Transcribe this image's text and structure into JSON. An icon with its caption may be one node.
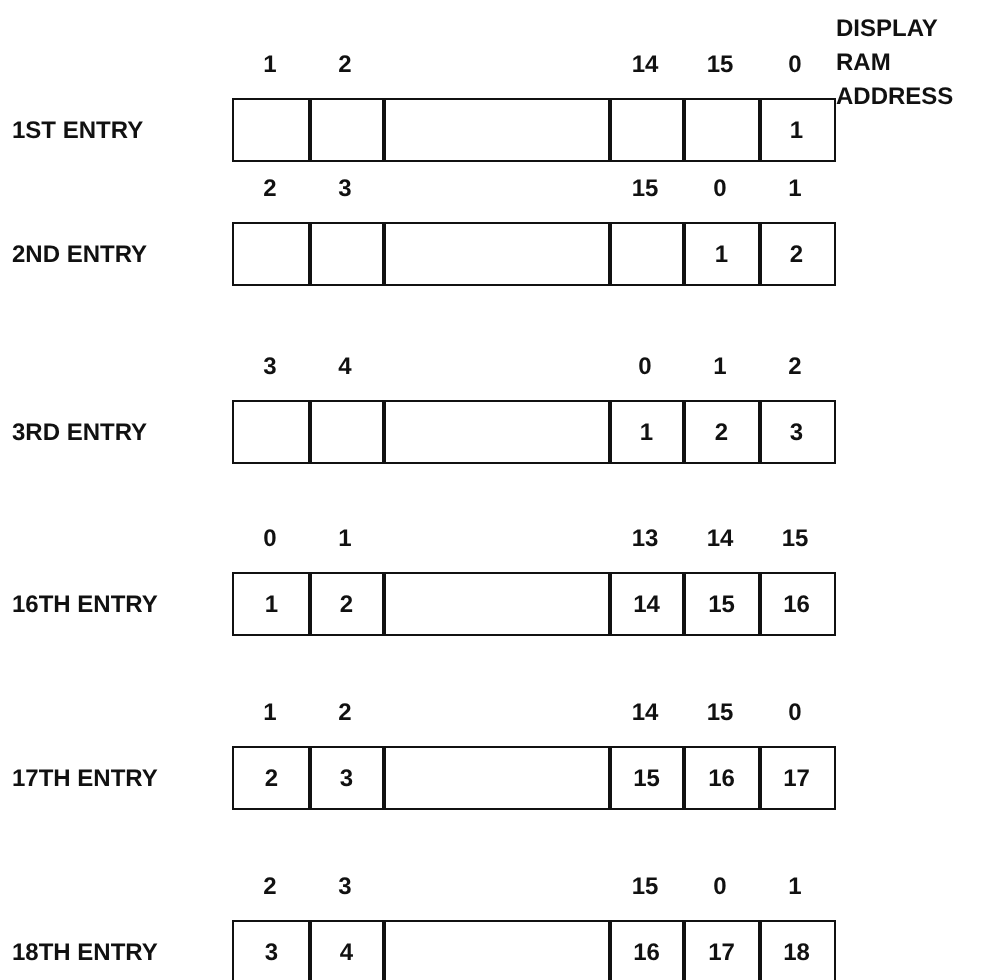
{
  "diagram": {
    "labels": [
      "DISPLAY RAM ADDRESS",
      "1",
      "2",
      "14",
      "15",
      "0",
      "1ST ENTRY",
      "1",
      "2",
      "3",
      "15",
      "0",
      "1",
      "2ND ENTRY",
      "1",
      "2",
      "3",
      "4",
      "0",
      "1",
      "2",
      "3RD ENTRY",
      "1",
      "2",
      "3",
      "0",
      "1",
      "13",
      "14",
      "15",
      "16TH ENTRY",
      "1",
      "2",
      "14",
      "15",
      "16",
      "1",
      "2",
      "14",
      "15",
      "0",
      "17TH ENTRY",
      "2",
      "3",
      "15",
      "16",
      "17",
      "2",
      "3",
      "15",
      "0",
      "1",
      "18TH ENTRY",
      "3",
      "4",
      "16",
      "17",
      "18"
    ]
  }
}
